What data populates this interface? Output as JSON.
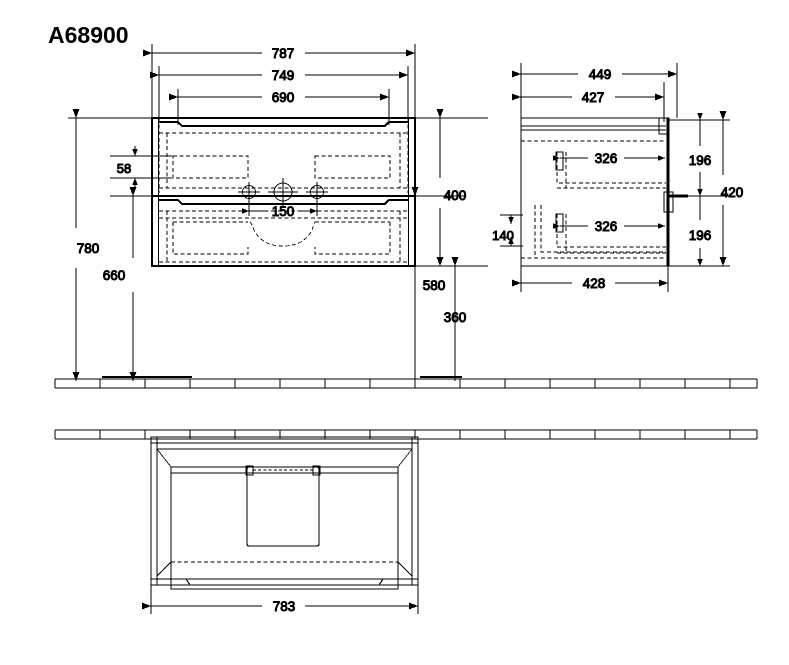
{
  "drawing": {
    "title": "A68900",
    "type": "technical-dimension-drawing",
    "subject": "wall-hung vanity unit with two drawers",
    "units": "mm",
    "line_color": "#000000",
    "background_color": "#ffffff"
  },
  "views": {
    "front": {
      "name": "front-elevation",
      "dimensions": {
        "overall_width": "787",
        "body_width": "749",
        "drawer_inner_width": "690",
        "handle_offset": "58",
        "tap_hole_spacing": "150",
        "height_to_top": "780",
        "height_to_body_top": "660",
        "body_height": "400",
        "height_to_body_bottom": "580",
        "height_to_drawer_split": "360"
      }
    },
    "side": {
      "name": "side-elevation",
      "dimensions": {
        "overall_depth": "449",
        "body_depth": "427",
        "drawer_runner_upper": "326",
        "drawer_runner_lower": "326",
        "bottom_depth": "428",
        "toe_height": "140",
        "drawer_height_upper": "196",
        "drawer_height_lower": "196",
        "overall_front_height": "420"
      }
    },
    "plan": {
      "name": "plan-view",
      "dimensions": {
        "overall_width": "783"
      }
    }
  },
  "labels": {
    "d787": "787",
    "d749": "749",
    "d690": "690",
    "d58": "58",
    "d150": "150",
    "d780": "780",
    "d660": "660",
    "d400": "400",
    "d580": "580",
    "d360": "360",
    "d449": "449",
    "d427": "427",
    "d326a": "326",
    "d326b": "326",
    "d428": "428",
    "d140": "140",
    "d196a": "196",
    "d196b": "196",
    "d420": "420",
    "d783": "783"
  }
}
